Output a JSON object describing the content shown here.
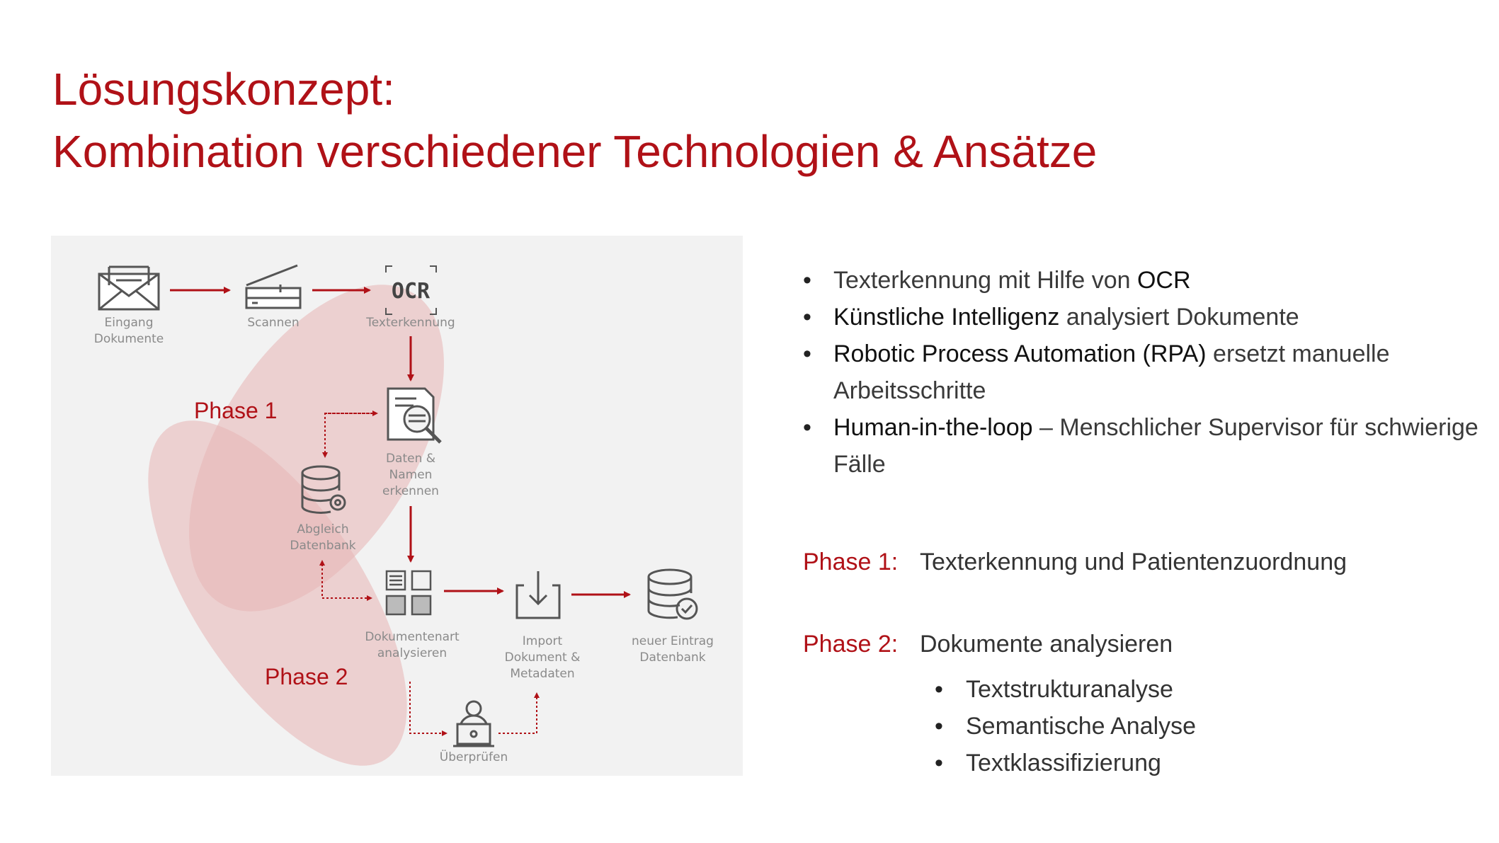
{
  "title": {
    "line1": "Lösungskonzept:",
    "line2": "Kombination verschiedener Technologien & Ansätze"
  },
  "colors": {
    "accent": "#b01117",
    "phase_fill": "#e8b4b4",
    "icon_gray": "#555555",
    "panel_bg": "#f2f2f2"
  },
  "diagram": {
    "nodes": {
      "eingang": {
        "label": "Eingang\nDokumente",
        "icon": "envelope-icon"
      },
      "scannen": {
        "label": "Scannen",
        "icon": "scanner-icon"
      },
      "ocr": {
        "label": "Texterkennung",
        "icon": "ocr-icon",
        "icon_text": "OCR"
      },
      "daten": {
        "label": "Daten &\nNamen\nerkennen",
        "icon": "document-search-icon"
      },
      "abgleich": {
        "label": "Abgleich\nDatenbank",
        "icon": "database-gear-icon"
      },
      "dokart": {
        "label": "Dokumentenart\nanalysieren",
        "icon": "grid-analyze-icon"
      },
      "import": {
        "label": "Import\nDokument &\nMetadaten",
        "icon": "import-tray-icon"
      },
      "neuer": {
        "label": "neuer Eintrag\nDatenbank",
        "icon": "database-check-icon"
      },
      "pruefen": {
        "label": "Überprüfen",
        "icon": "person-laptop-icon"
      }
    },
    "phases": {
      "phase1": "Phase 1",
      "phase2": "Phase 2"
    }
  },
  "bullets": [
    {
      "pre": "",
      "bold": "",
      "post": "Texterkennung mit Hilfe von ",
      "bold2": "OCR"
    },
    {
      "pre": "",
      "bold": "Künstliche Intelligenz",
      "post": " analysiert Dokumente",
      "bold2": ""
    },
    {
      "pre": "",
      "bold": "Robotic Process Automation (RPA)",
      "post": " ersetzt manuelle Arbeitsschritte",
      "bold2": ""
    },
    {
      "pre": "",
      "bold": "Human-in-the-loop",
      "post": " – Menschlicher Supervisor für schwierige Fälle",
      "bold2": ""
    }
  ],
  "phase_info": [
    {
      "key": "Phase 1:",
      "value": "Texterkennung und Patientenzuordnung"
    },
    {
      "key": "Phase 2:",
      "value": "Dokumente analysieren"
    }
  ],
  "phase2_items": [
    "Textstrukturanalyse",
    "Semantische Analyse",
    "Textklassifizierung"
  ]
}
